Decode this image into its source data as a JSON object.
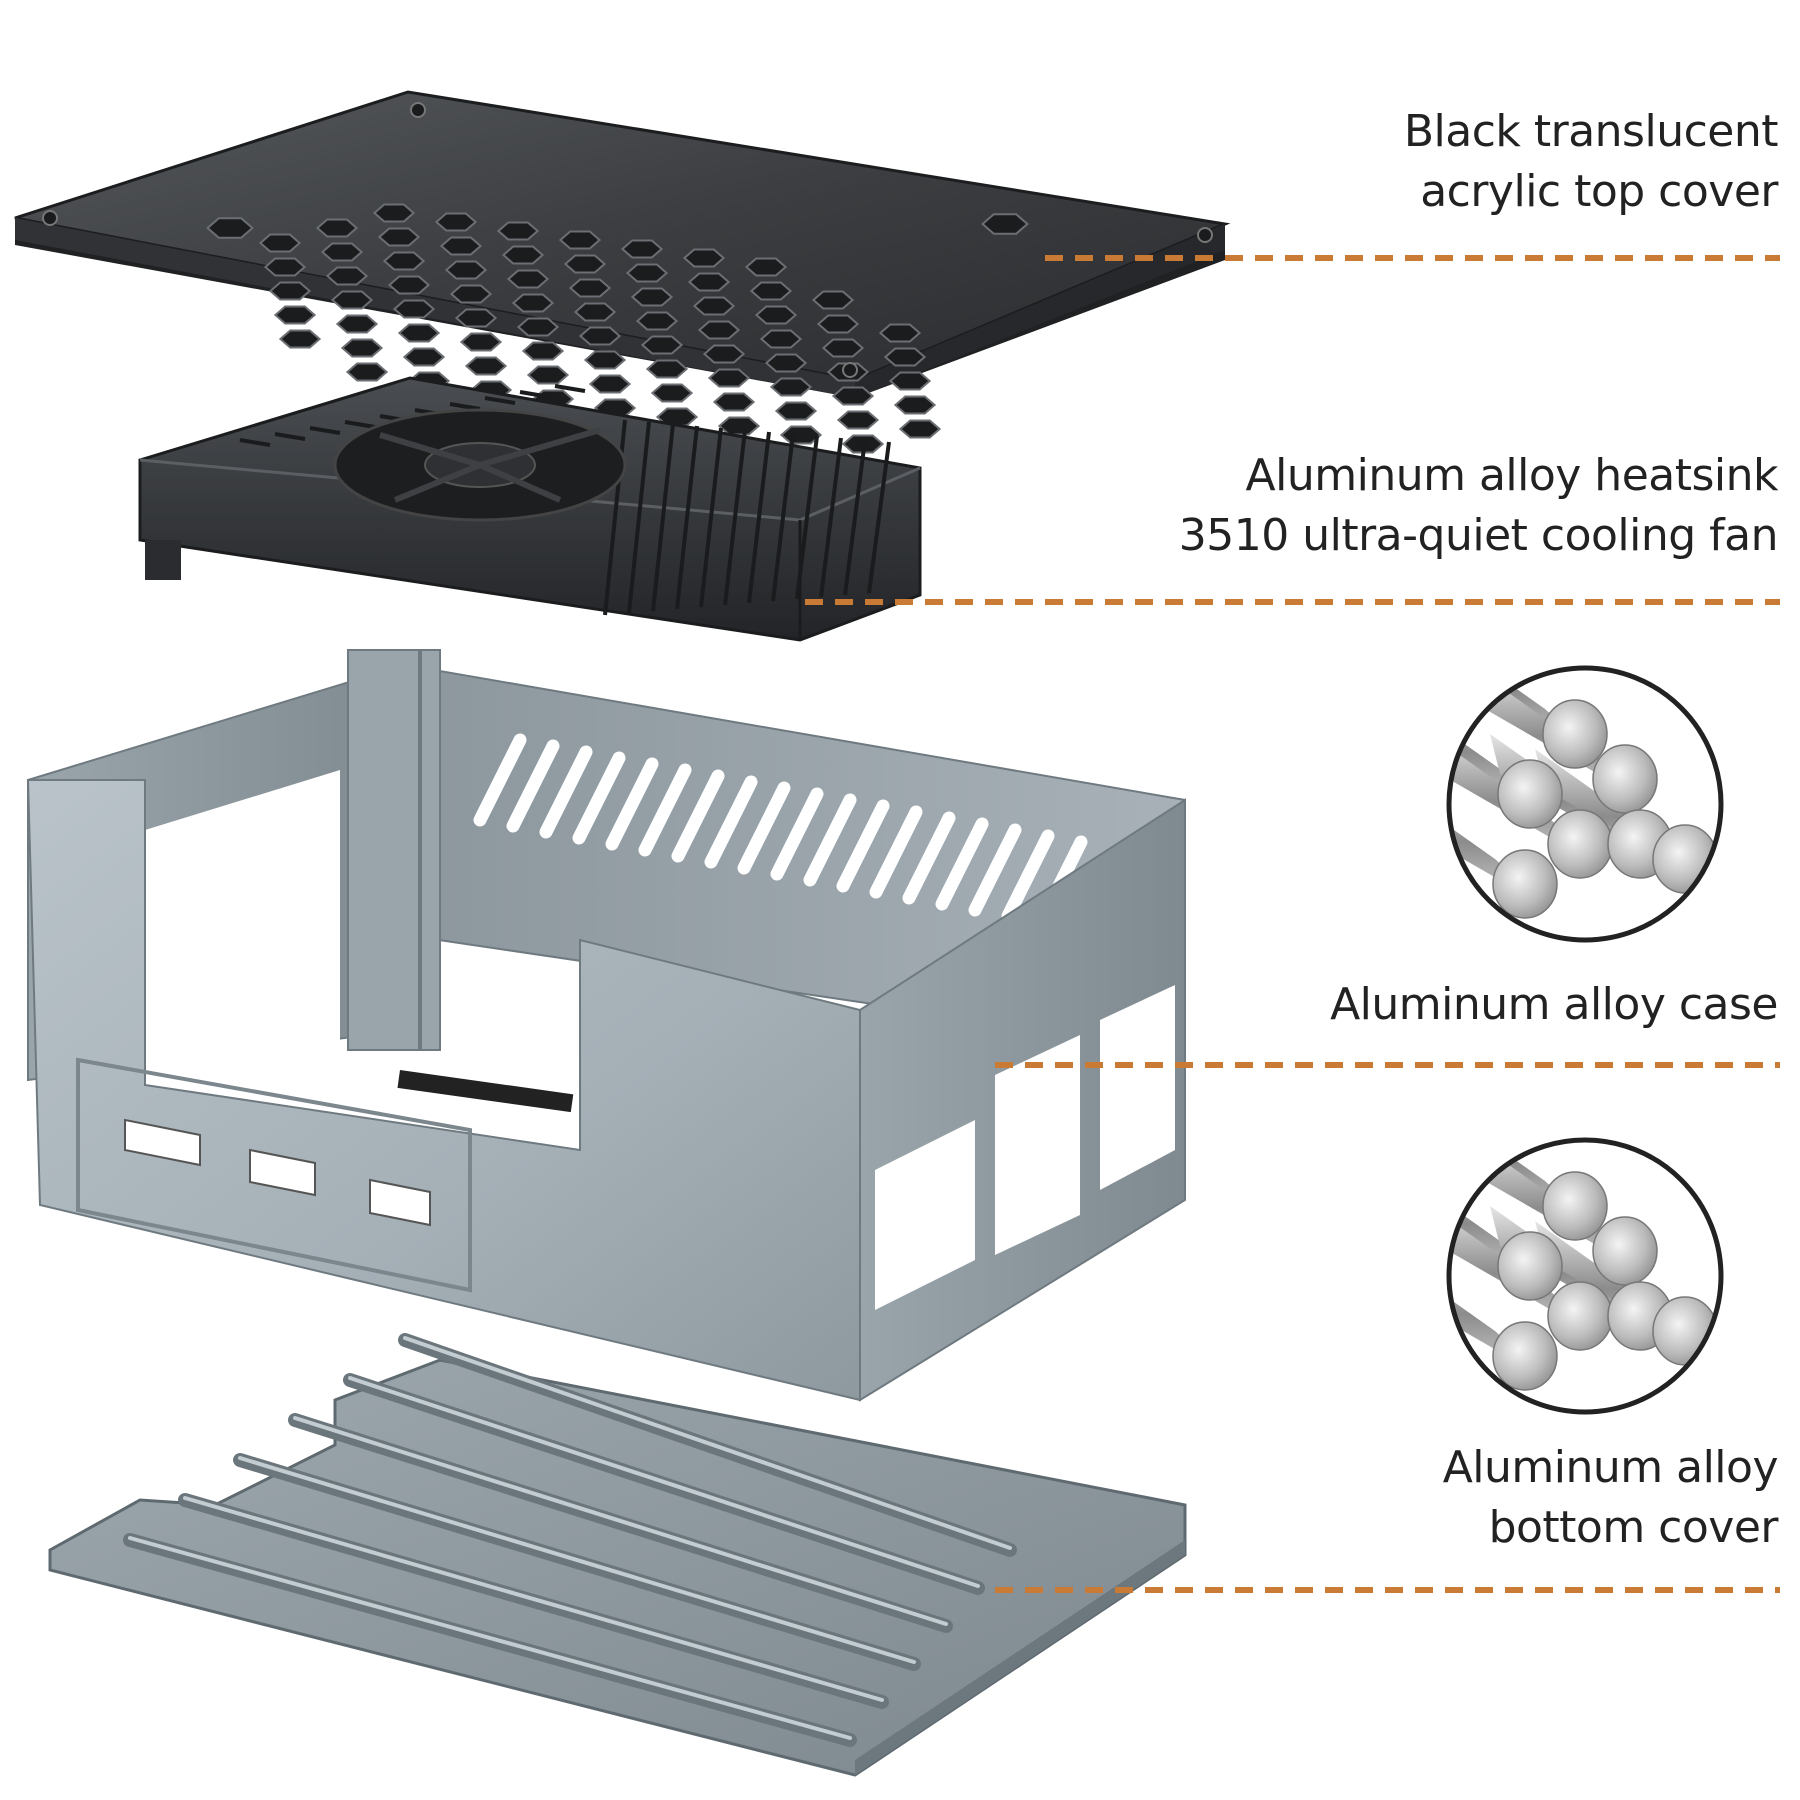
{
  "colors": {
    "accent_dash": "#c97a35",
    "label_text": "#222222",
    "acrylic": "#3b3d40",
    "heatsink": "#2f3134",
    "aluminum": "#a9b4bb"
  },
  "components": [
    {
      "id": "top-cover",
      "lines": [
        "Black translucent",
        "acrylic top cover"
      ]
    },
    {
      "id": "heatsink",
      "lines": [
        "Aluminum alloy heatsink",
        "3510 ultra-quiet cooling fan"
      ]
    },
    {
      "id": "case",
      "lines": [
        "Aluminum alloy case"
      ]
    },
    {
      "id": "bottom-cover",
      "lines": [
        "Aluminum alloy",
        "bottom cover"
      ]
    }
  ]
}
